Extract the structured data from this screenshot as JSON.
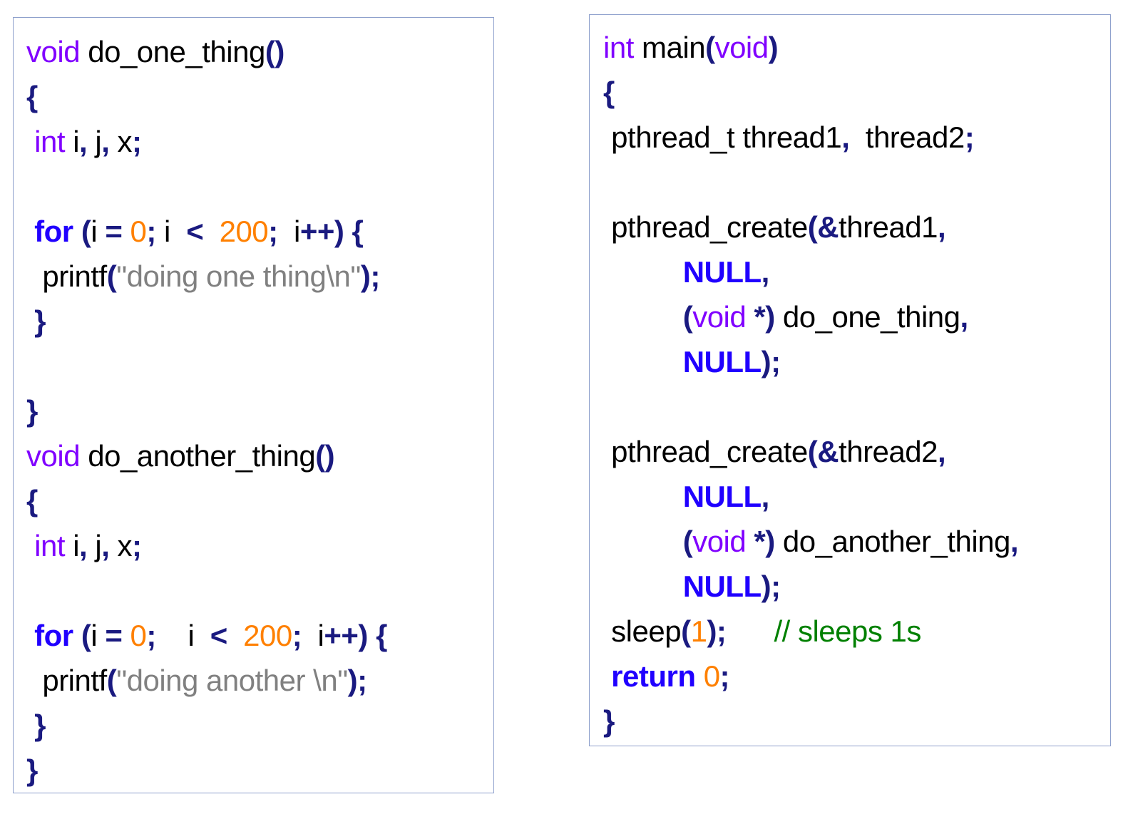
{
  "left_code": [
    [
      [
        "void",
        "kw"
      ],
      [
        " do_one_thing",
        "plain"
      ],
      [
        "()",
        "op"
      ]
    ],
    [
      [
        "{",
        "op"
      ]
    ],
    [
      [
        " int",
        "kw"
      ],
      [
        " i",
        "plain"
      ],
      [
        ",",
        "op"
      ],
      [
        " j",
        "plain"
      ],
      [
        ",",
        "op"
      ],
      [
        " x",
        "plain"
      ],
      [
        ";",
        "op"
      ]
    ],
    [],
    [
      [
        " for",
        "kb"
      ],
      [
        " (",
        "op"
      ],
      [
        "i ",
        "plain"
      ],
      [
        "=",
        "op"
      ],
      [
        " ",
        "plain"
      ],
      [
        "0",
        "num"
      ],
      [
        ";",
        "op"
      ],
      [
        " i  ",
        "plain"
      ],
      [
        "<",
        "op"
      ],
      [
        "  ",
        "plain"
      ],
      [
        "200",
        "num"
      ],
      [
        ";",
        "op"
      ],
      [
        "  i",
        "plain"
      ],
      [
        "++)",
        "op"
      ],
      [
        " {",
        "op"
      ]
    ],
    [
      [
        "  printf",
        "plain"
      ],
      [
        "(",
        "op"
      ],
      [
        "\"doing one thing\\n\"",
        "str"
      ],
      [
        ");",
        "op"
      ]
    ],
    [
      [
        " }",
        "op"
      ]
    ],
    [],
    [
      [
        "}",
        "op"
      ]
    ],
    [
      [
        "void",
        "kw"
      ],
      [
        " do_another_thing",
        "plain"
      ],
      [
        "()",
        "op"
      ]
    ],
    [
      [
        "{",
        "op"
      ]
    ],
    [
      [
        " int",
        "kw"
      ],
      [
        " i",
        "plain"
      ],
      [
        ",",
        "op"
      ],
      [
        " j",
        "plain"
      ],
      [
        ",",
        "op"
      ],
      [
        " x",
        "plain"
      ],
      [
        ";",
        "op"
      ]
    ],
    [],
    [
      [
        " for",
        "kb"
      ],
      [
        " (",
        "op"
      ],
      [
        "i ",
        "plain"
      ],
      [
        "=",
        "op"
      ],
      [
        " ",
        "plain"
      ],
      [
        "0",
        "num"
      ],
      [
        ";",
        "op"
      ],
      [
        "    i  ",
        "plain"
      ],
      [
        "<",
        "op"
      ],
      [
        "  ",
        "plain"
      ],
      [
        "200",
        "num"
      ],
      [
        ";",
        "op"
      ],
      [
        "  i",
        "plain"
      ],
      [
        "++)",
        "op"
      ],
      [
        " {",
        "op"
      ]
    ],
    [
      [
        "  printf",
        "plain"
      ],
      [
        "(",
        "op"
      ],
      [
        "\"doing another \\n\"",
        "str"
      ],
      [
        ");",
        "op"
      ]
    ],
    [
      [
        " }",
        "op"
      ]
    ],
    [
      [
        "}",
        "op"
      ]
    ]
  ],
  "right_code": [
    [
      [
        "int",
        "kw"
      ],
      [
        " main",
        "plain"
      ],
      [
        "(",
        "op"
      ],
      [
        "void",
        "kw"
      ],
      [
        ")",
        "op"
      ]
    ],
    [
      [
        "{",
        "op"
      ]
    ],
    [
      [
        " pthread_t thread1",
        "plain"
      ],
      [
        ",",
        "op"
      ],
      [
        "  thread2",
        "plain"
      ],
      [
        ";",
        "op"
      ]
    ],
    [],
    [
      [
        " pthread_create",
        "plain"
      ],
      [
        "(&",
        "op"
      ],
      [
        "thread1",
        "plain"
      ],
      [
        ",",
        "op"
      ]
    ],
    [
      [
        "          NULL",
        "kb"
      ],
      [
        ",",
        "op"
      ]
    ],
    [
      [
        "          (",
        "op"
      ],
      [
        "void",
        "kw"
      ],
      [
        " *)",
        "op"
      ],
      [
        " do_one_thing",
        "plain"
      ],
      [
        ",",
        "op"
      ]
    ],
    [
      [
        "          NULL",
        "kb"
      ],
      [
        ");",
        "op"
      ]
    ],
    [],
    [
      [
        " pthread_create",
        "plain"
      ],
      [
        "(&",
        "op"
      ],
      [
        "thread2",
        "plain"
      ],
      [
        ",",
        "op"
      ]
    ],
    [
      [
        "          NULL",
        "kb"
      ],
      [
        ",",
        "op"
      ]
    ],
    [
      [
        "          (",
        "op"
      ],
      [
        "void",
        "kw"
      ],
      [
        " *)",
        "op"
      ],
      [
        " do_another_thing",
        "plain"
      ],
      [
        ",",
        "op"
      ]
    ],
    [
      [
        "          NULL",
        "kb"
      ],
      [
        ");",
        "op"
      ]
    ],
    [
      [
        " sleep",
        "plain"
      ],
      [
        "(",
        "op"
      ],
      [
        "1",
        "num"
      ],
      [
        ");",
        "op"
      ],
      [
        "      ",
        "plain"
      ],
      [
        "// sleeps 1s",
        "com"
      ]
    ],
    [
      [
        " return",
        "kb"
      ],
      [
        " ",
        "plain"
      ],
      [
        "0",
        "num"
      ],
      [
        ";",
        "op"
      ]
    ],
    [
      [
        "}",
        "op"
      ]
    ]
  ]
}
